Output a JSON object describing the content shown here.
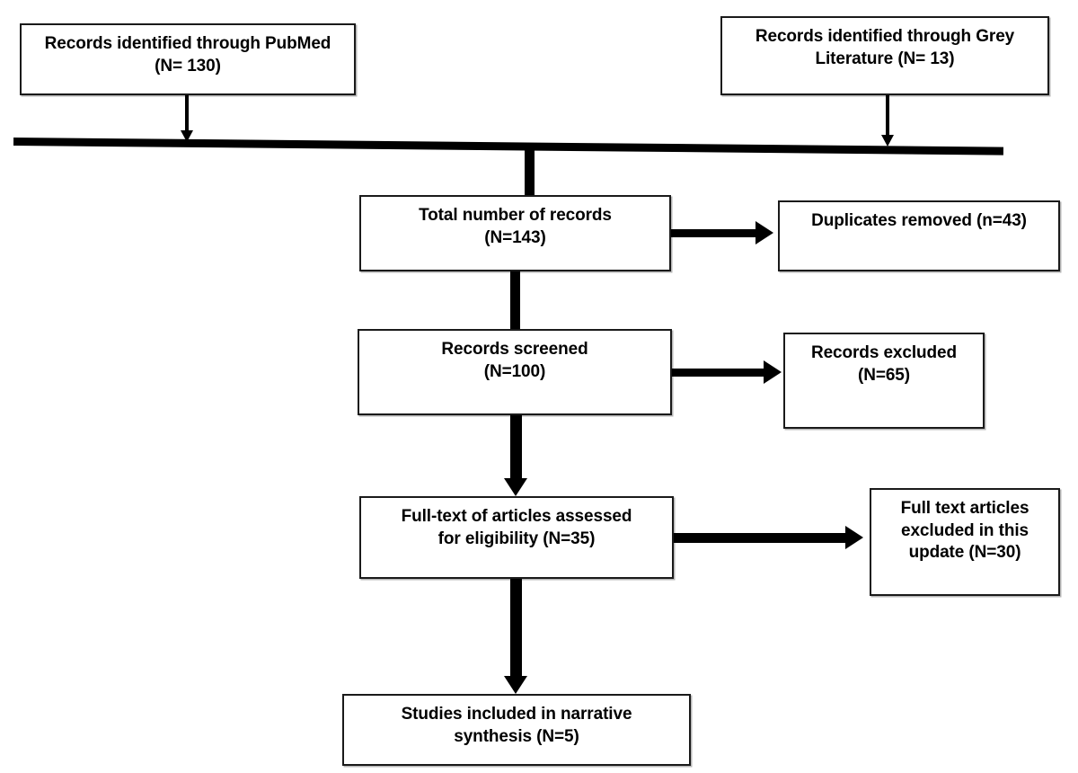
{
  "diagram": {
    "title": "PRISMA study selection flow diagram",
    "type": "flowchart",
    "colors": {
      "box_border": "#1a1a1a",
      "box_fill": "#ffffff",
      "connector": "#000000",
      "text": "#000000",
      "background": "#ffffff"
    },
    "nodes": {
      "pubmed": {
        "label": "Records identified through PubMed\n(N= 130)",
        "count": 130
      },
      "grey_literature": {
        "label": "Records identified through Grey\nLiterature (N= 13)",
        "count": 13
      },
      "total_records": {
        "label": "Total number of records\n(N=143)",
        "count": 143
      },
      "duplicates_removed": {
        "label": "Duplicates removed (n=43)",
        "count": 43
      },
      "records_screened": {
        "label": "Records screened\n(N=100)",
        "count": 100
      },
      "records_excluded": {
        "label": "Records excluded\n(N=65)",
        "count": 65
      },
      "full_text_assessed": {
        "label": "Full-text of articles assessed\nfor eligibility (N=35)",
        "count": 35
      },
      "full_text_excluded": {
        "label": "Full text articles\nexcluded in this\nupdate (N=30)",
        "count": 30
      },
      "studies_included": {
        "label": "Studies included in narrative\nsynthesis (N=5)",
        "count": 5
      }
    },
    "edges": [
      {
        "from": "pubmed",
        "to": "merge-bar",
        "style": "thin-arrow-down"
      },
      {
        "from": "grey_literature",
        "to": "merge-bar",
        "style": "thin-arrow-down"
      },
      {
        "from": "merge-bar",
        "to": "total_records",
        "style": "thick-line-down"
      },
      {
        "from": "total_records",
        "to": "duplicates_removed",
        "style": "thick-arrow-right"
      },
      {
        "from": "total_records",
        "to": "records_screened",
        "style": "thick-line-down"
      },
      {
        "from": "records_screened",
        "to": "records_excluded",
        "style": "thick-arrow-right"
      },
      {
        "from": "records_screened",
        "to": "full_text_assessed",
        "style": "thick-arrow-down"
      },
      {
        "from": "full_text_assessed",
        "to": "full_text_excluded",
        "style": "thick-arrow-right"
      },
      {
        "from": "full_text_assessed",
        "to": "studies_included",
        "style": "thick-arrow-down"
      }
    ]
  }
}
